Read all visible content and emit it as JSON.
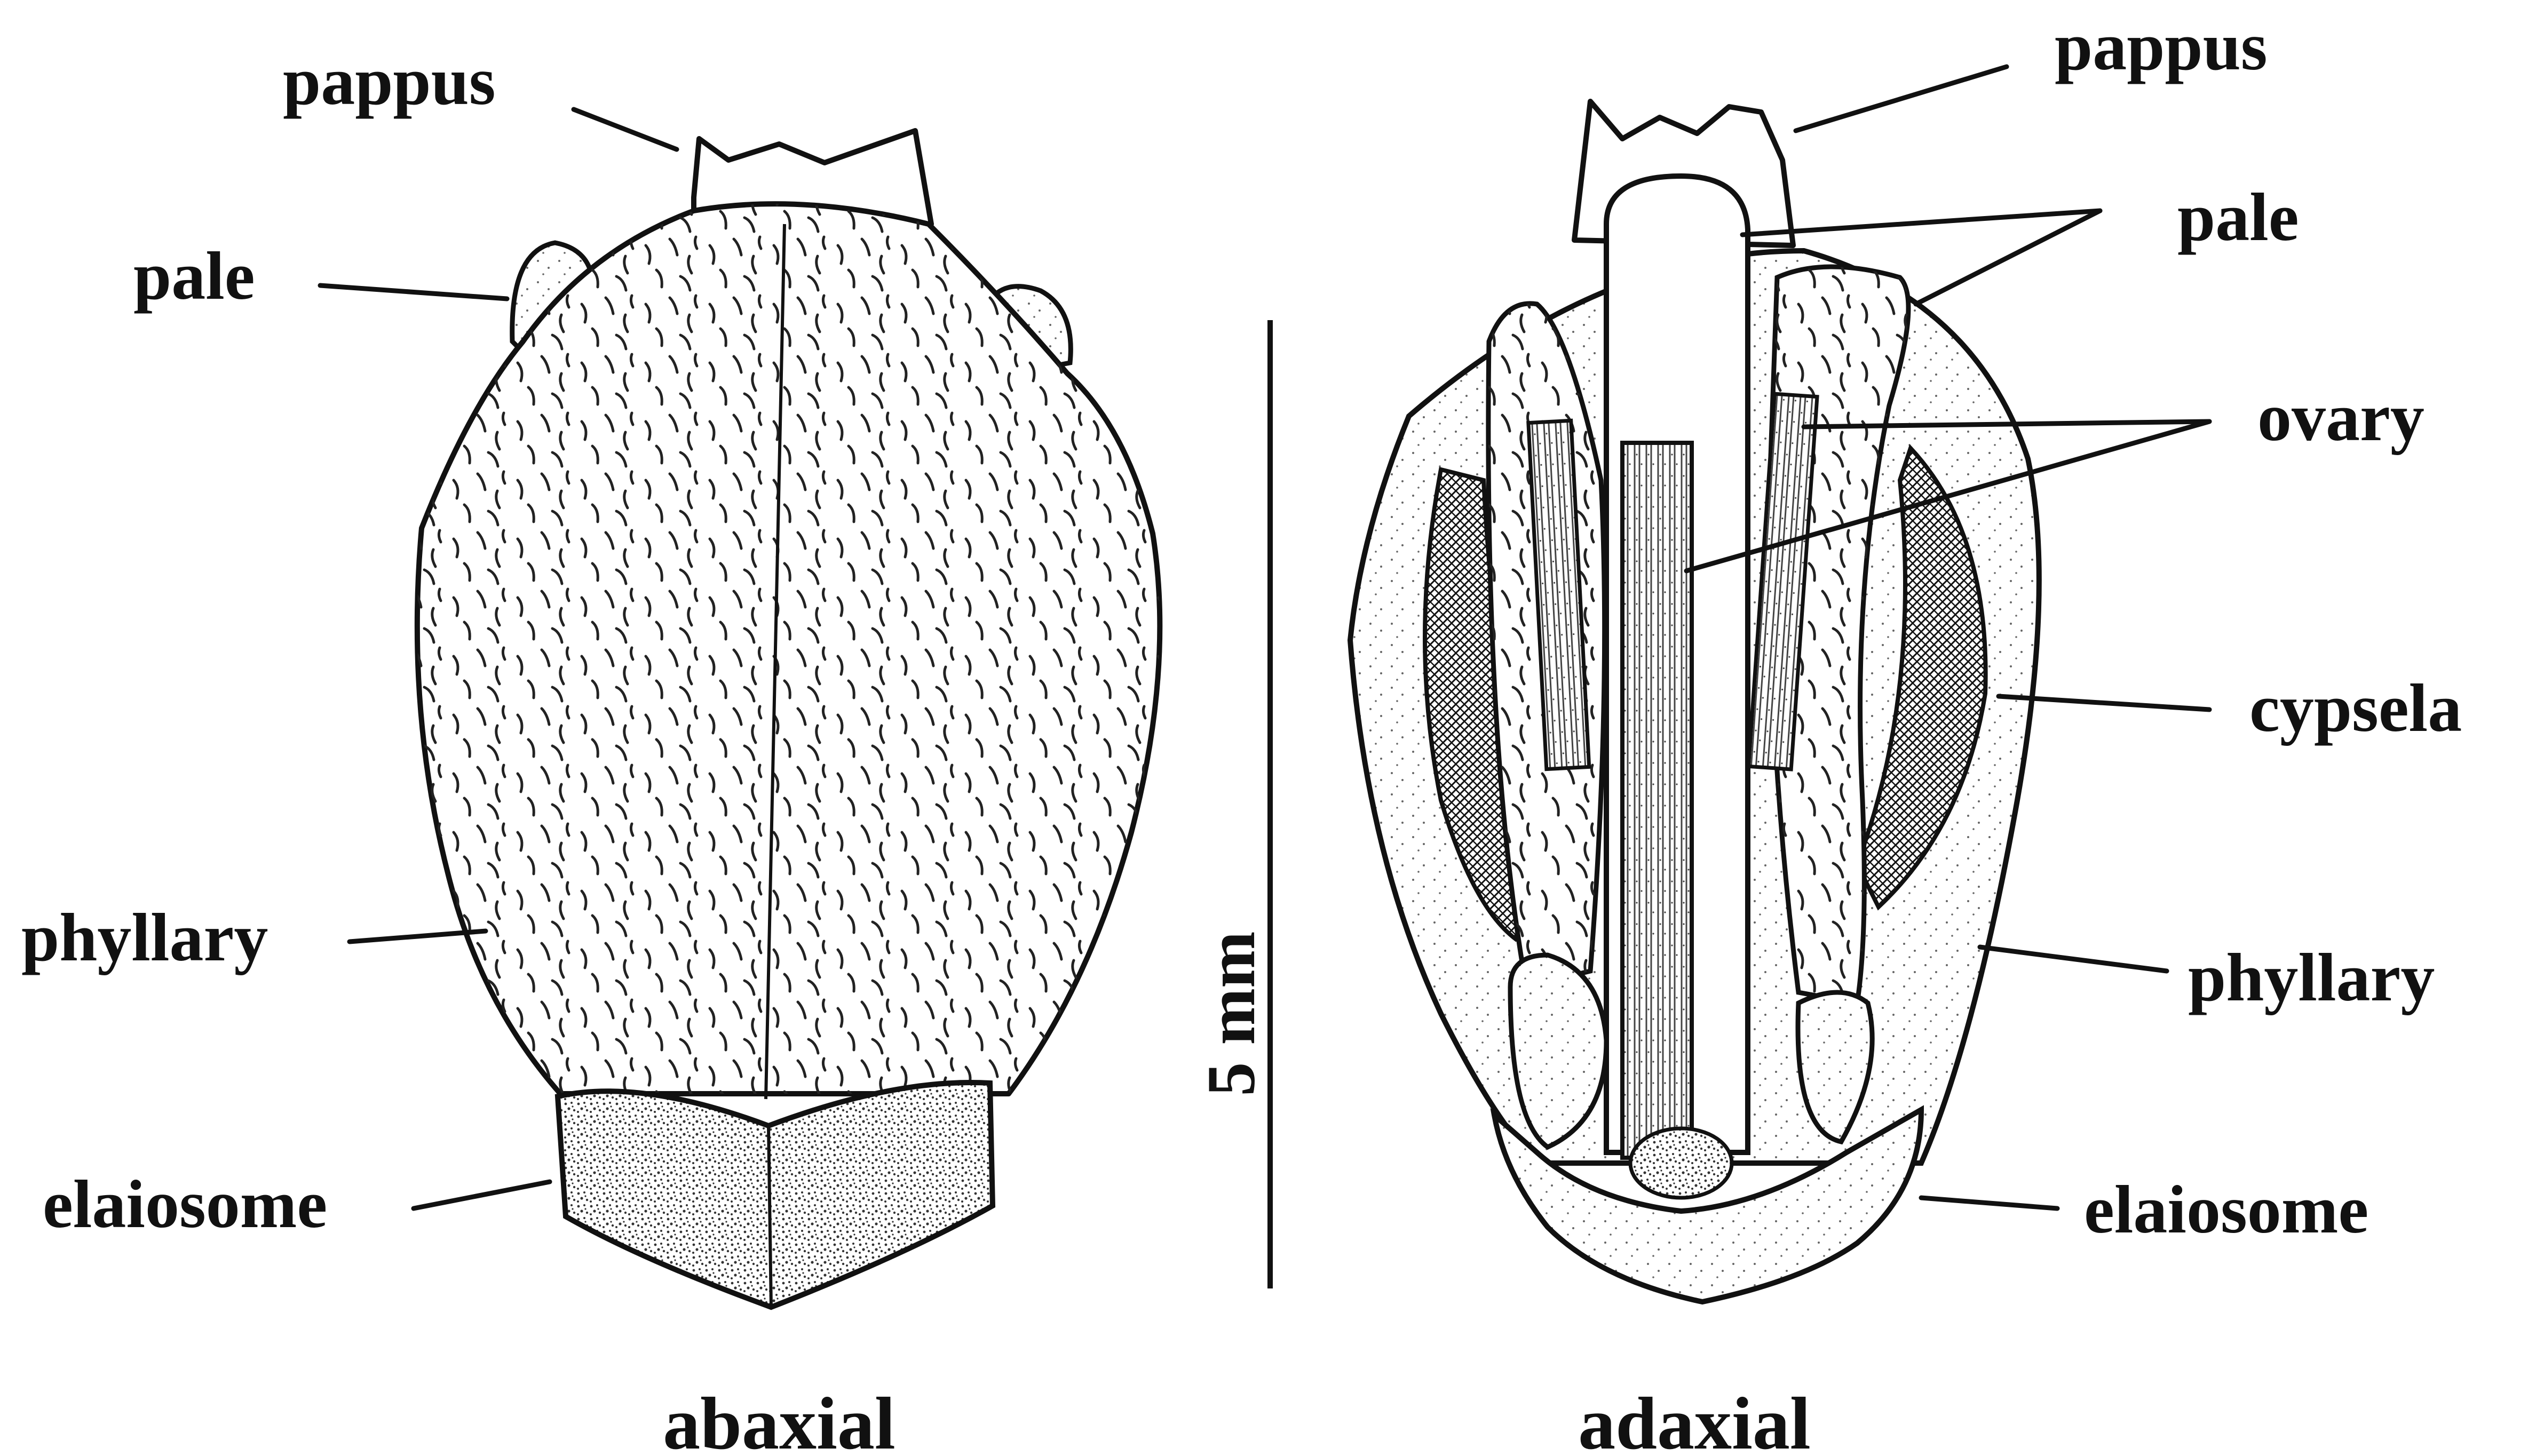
{
  "labels": {
    "left": {
      "pappus": "pappus",
      "pale": "pale",
      "phyllary": "phyllary",
      "elaiosome": "elaiosome",
      "view": "abaxial"
    },
    "right": {
      "pappus": "pappus",
      "pale": "pale",
      "ovary": "ovary",
      "cypsela": "cypsela",
      "phyllary": "phyllary",
      "elaiosome": "elaiosome",
      "view": "adaxial"
    },
    "scale_bar": "5 mm"
  }
}
